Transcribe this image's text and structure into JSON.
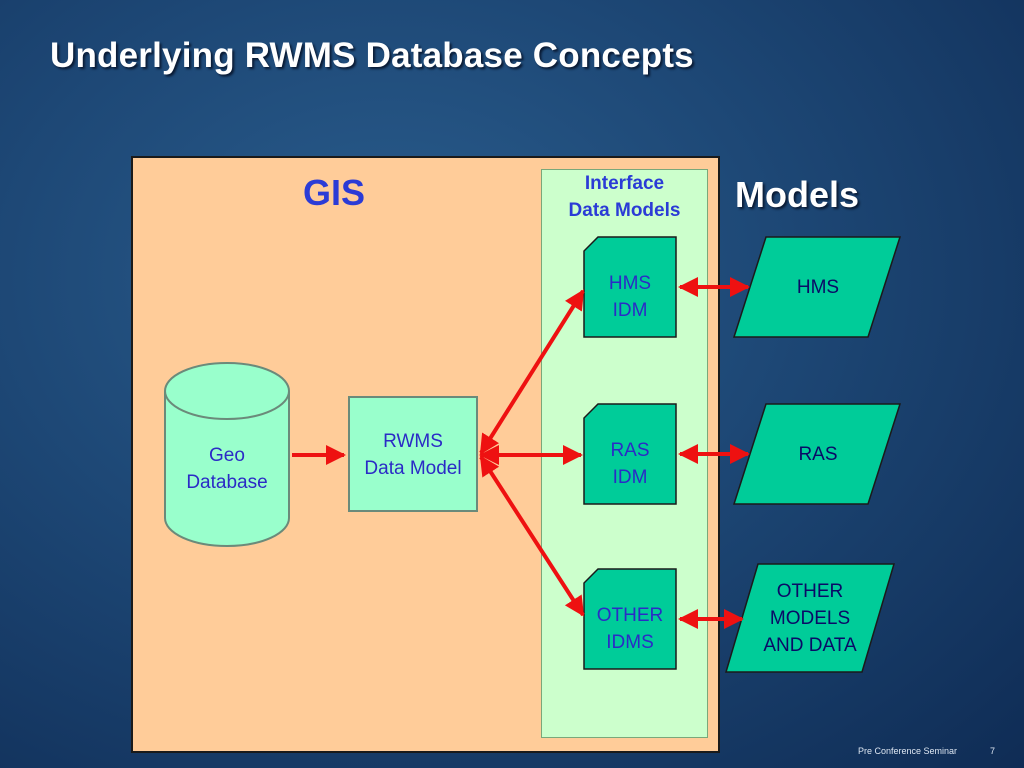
{
  "title": "Underlying RWMS Database Concepts",
  "gis_label": "GIS",
  "interface_title_line1": "Interface",
  "interface_title_line2": "Data Models",
  "models_label": "Models",
  "geo_database": {
    "line1": "Geo",
    "line2": "Database"
  },
  "rwms_data_model": {
    "line1": "RWMS",
    "line2": "Data Model"
  },
  "idms": [
    {
      "line1": "HMS",
      "line2": "IDM"
    },
    {
      "line1": "RAS",
      "line2": "IDM"
    },
    {
      "line1": "OTHER",
      "line2": "IDMS"
    }
  ],
  "models": [
    {
      "line1": "HMS"
    },
    {
      "line1": "RAS"
    },
    {
      "line1": "OTHER",
      "line2": "MODELS",
      "line3": "AND DATA"
    }
  ],
  "footer": {
    "seminar": "Pre Conference Seminar",
    "page": "7"
  },
  "colors": {
    "gis_panel": "#ffcc99",
    "idm_panel": "#ccffcc",
    "model_shape": "#00cc99",
    "arrow": "#ee1111",
    "label_blue": "#2b3bd6"
  }
}
